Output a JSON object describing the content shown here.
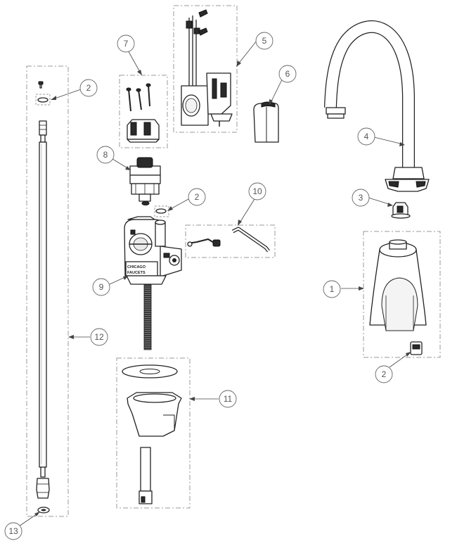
{
  "callouts": {
    "c1": "1",
    "c2a": "2",
    "c2b": "2",
    "c2c": "2",
    "c3": "3",
    "c4": "4",
    "c5": "5",
    "c6": "6",
    "c7": "7",
    "c8": "8",
    "c9": "9",
    "c10": "10",
    "c11": "11",
    "c12": "12",
    "c13": "13"
  },
  "brand_text": {
    "line1": "CHICAGO",
    "line2": "FAUCETS"
  }
}
